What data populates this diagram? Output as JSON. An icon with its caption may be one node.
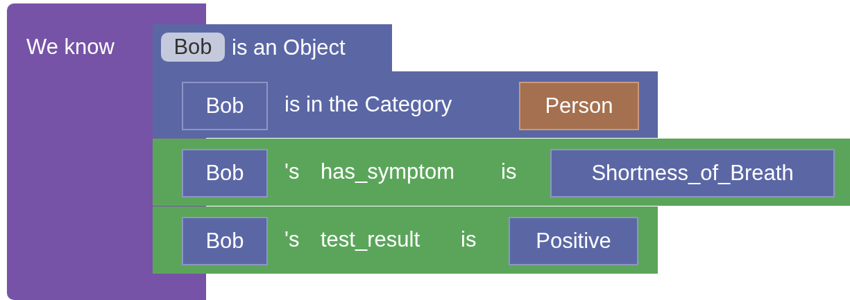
{
  "diagram": {
    "nodes": [
      {
        "text": [
          "We know"
        ]
      },
      {
        "text": [
          "is an Object"
        ]
      },
      {
        "text": [
          "Bob"
        ],
        "in": 1
      },
      {
        "text": [
          "is in the Category"
        ]
      },
      {
        "text": [
          "Bob"
        ],
        "in": 3
      },
      {
        "text": [
          "Person"
        ],
        "in": 3
      },
      {
        "text": [
          "'s",
          "has_symptom",
          "is"
        ]
      },
      {
        "text": [
          "Bob"
        ],
        "in": 6
      },
      {
        "text": [
          "Shortness_of_Breath"
        ],
        "in": 6
      },
      {
        "text": [
          "'s",
          "test_result",
          "is"
        ]
      },
      {
        "text": [
          "Bob"
        ],
        "in": 9
      },
      {
        "text": [
          "Positive"
        ],
        "in": 9
      }
    ]
  }
}
